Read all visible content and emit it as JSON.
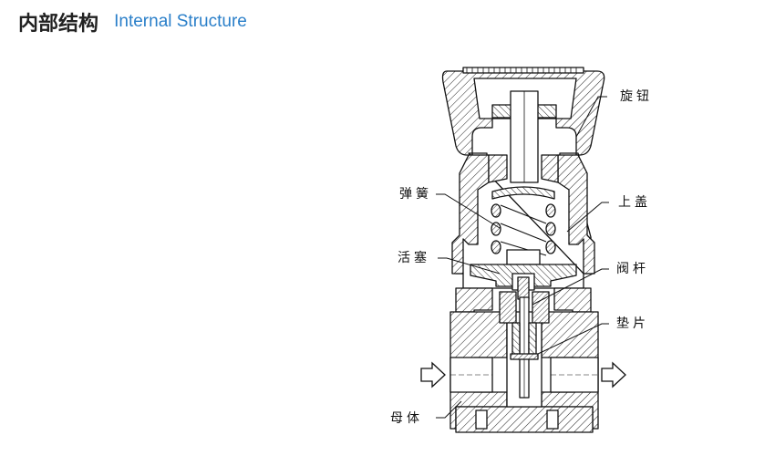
{
  "header": {
    "title_cn": "内部结构",
    "title_en": "Internal Structure"
  },
  "diagram": {
    "labels": {
      "knob": "旋钮",
      "spring": "弹簧",
      "upper_cover": "上盖",
      "piston": "活塞",
      "valve_stem": "阀杆",
      "gasket": "垫片",
      "body": "母体"
    },
    "icons": {
      "flow_in": "arrow-right-outline",
      "flow_out": "arrow-right-outline"
    }
  }
}
